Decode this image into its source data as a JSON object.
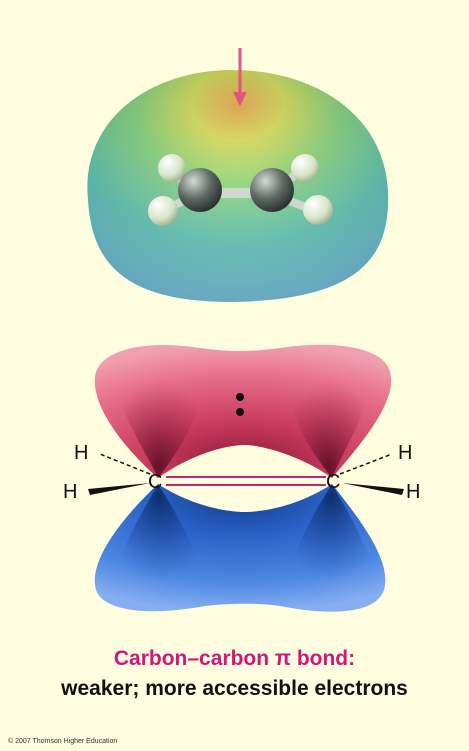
{
  "atoms": {
    "h_upper_left": "H",
    "h_lower_left": "H",
    "c_left": "C",
    "c_right": "C",
    "h_upper_right": "H",
    "h_lower_right": "H"
  },
  "caption": {
    "title": "Carbon–carbon π bond:",
    "subtitle": "weaker; more accessible electrons"
  },
  "copyright": "© 2007 Thomson Higher Education",
  "colors": {
    "background": "#fefde0",
    "pi_lobe_top": "#d94a6a",
    "pi_lobe_bottom": "#2f6fd6",
    "arrow": "#e0557a",
    "caption_accent": "#d0177a"
  }
}
